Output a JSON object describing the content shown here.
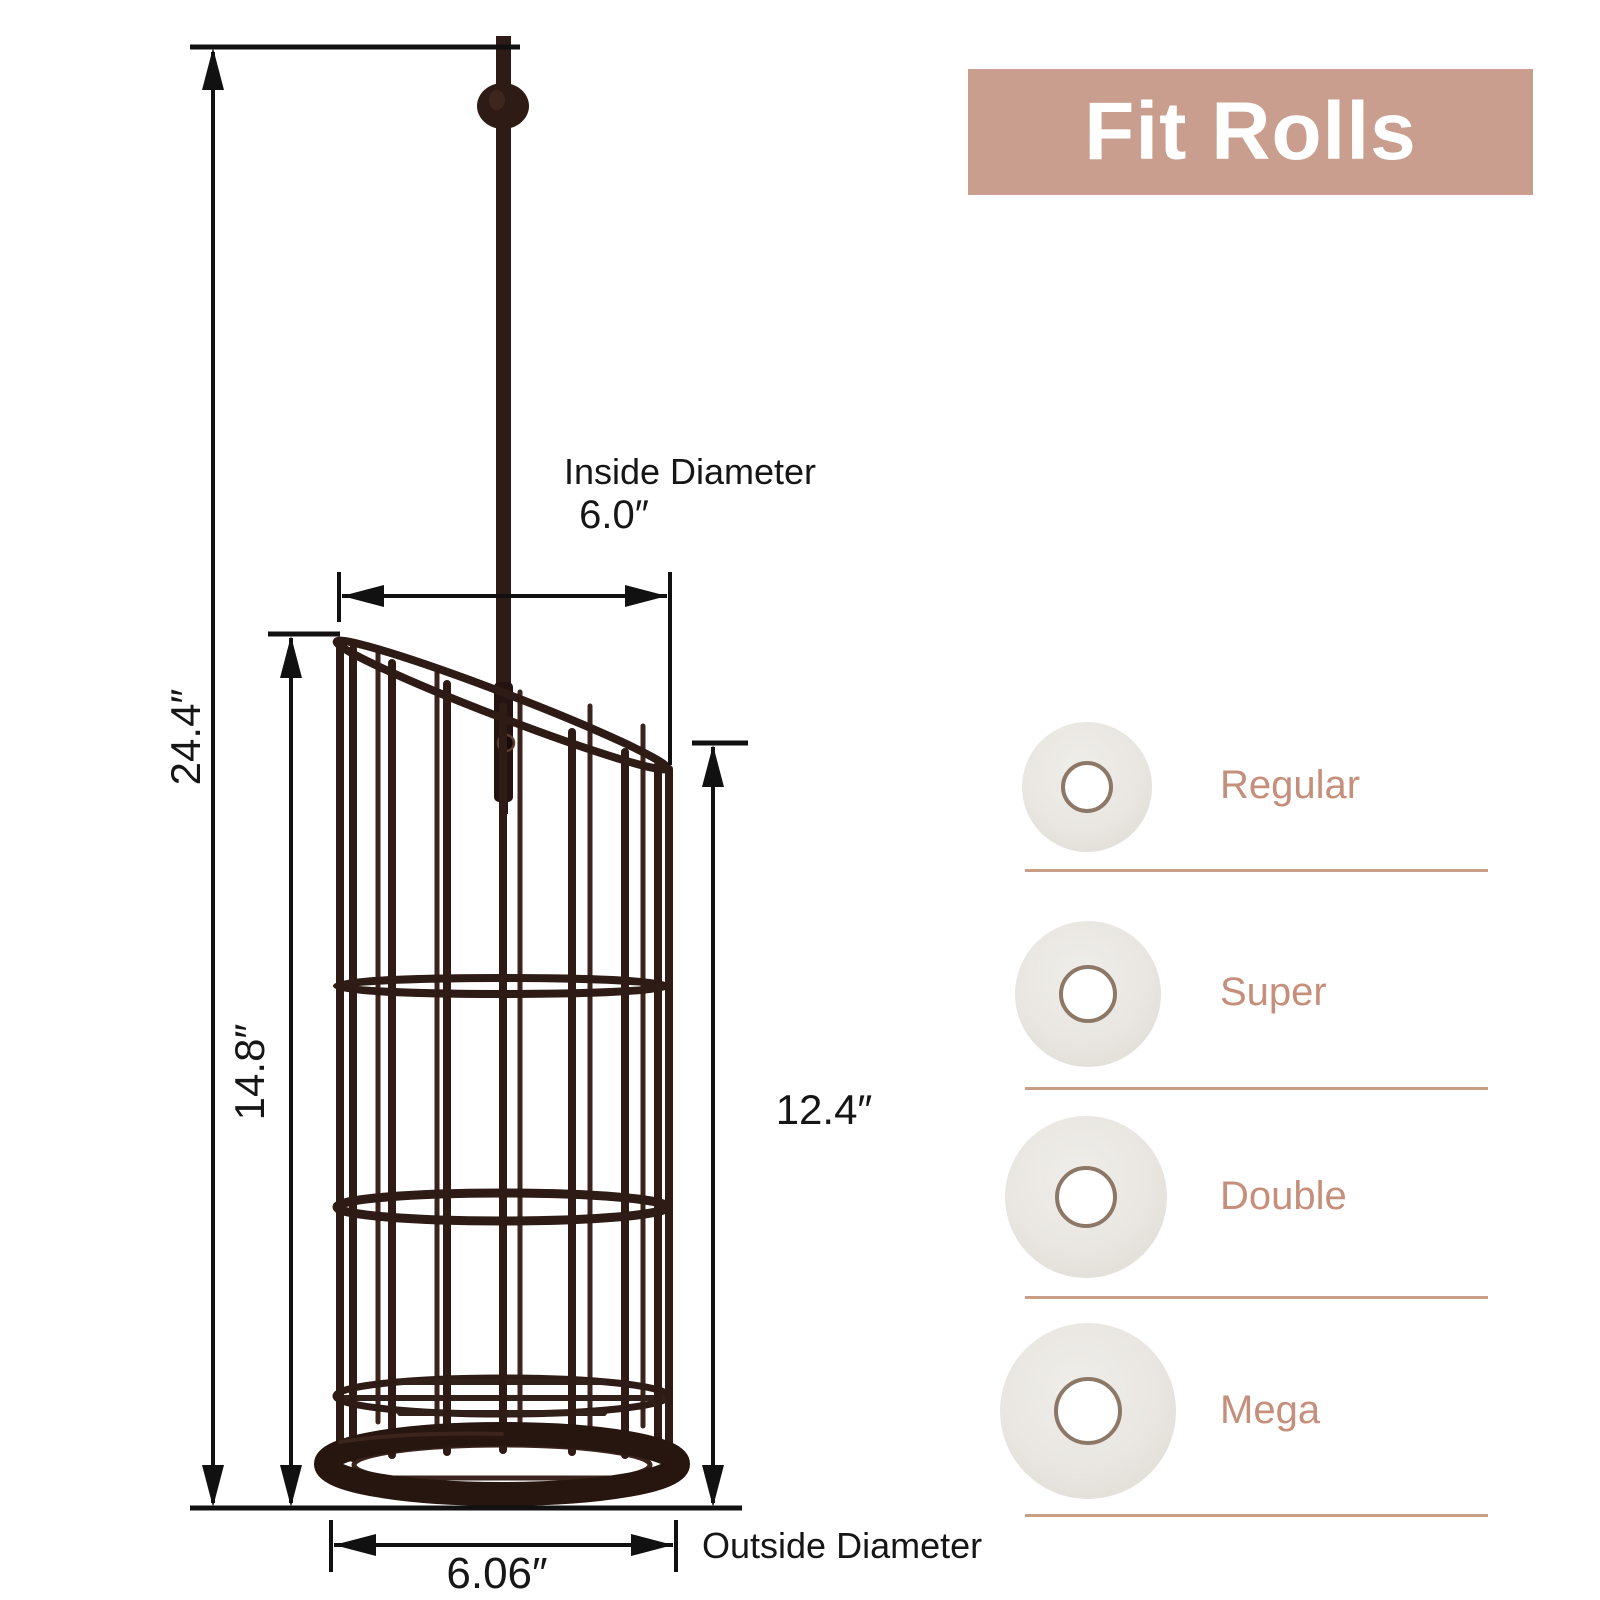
{
  "header": {
    "title": "Fit Rolls",
    "bg_color": "#c99e8e",
    "text_color": "#ffffff"
  },
  "diagram": {
    "dimensions": {
      "overall_height": "24.4″",
      "cage_height_back": "14.8″",
      "cage_height_front": "12.4″",
      "inside_diameter_label": "Inside Diameter",
      "inside_diameter_value": "6.0″",
      "outside_diameter_value": "6.06″",
      "outside_diameter_label": "Outside Diameter"
    },
    "product": "ceiling-mounted wire toilet paper roll holder cage",
    "product_color": "#2e1b15",
    "dimension_line_color": "#111111"
  },
  "fit_rolls": {
    "items": [
      {
        "label": "Regular"
      },
      {
        "label": "Super"
      },
      {
        "label": "Double"
      },
      {
        "label": "Mega"
      }
    ],
    "label_color": "#c68f7b",
    "divider_color": "#c89e86",
    "roll_color": "#e9e6e1"
  }
}
